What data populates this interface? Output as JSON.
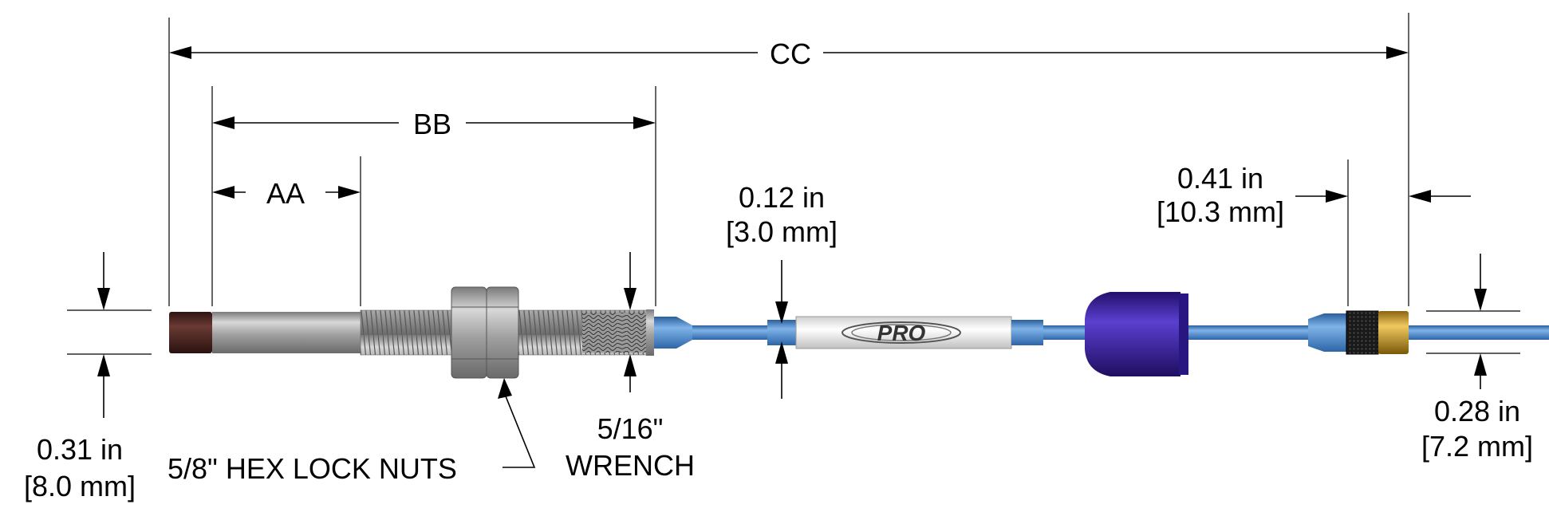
{
  "dimensions": {
    "cc": "CC",
    "bb": "BB",
    "aa": "AA",
    "cable_diameter_in": "0.12 in",
    "cable_diameter_mm": "[3.0 mm]",
    "connector_length_in": "0.41 in",
    "connector_length_mm": "[10.3 mm]",
    "probe_diameter_in": "0.31 in",
    "probe_diameter_mm": "[8.0 mm]",
    "connector_diameter_in": "0.28 in",
    "connector_diameter_mm": "[7.2 mm]"
  },
  "callouts": {
    "hex_nuts": "5/8\" HEX LOCK NUTS",
    "wrench_line1": "5/16\"",
    "wrench_line2": "WRENCH"
  },
  "label_logo": "PRO",
  "colors": {
    "tip": "#4a2420",
    "body_steel": "#a8a8a8",
    "cable": "#3c7fc9",
    "boot": "#3a1f9a",
    "connector_gold": "#c89a2a"
  }
}
